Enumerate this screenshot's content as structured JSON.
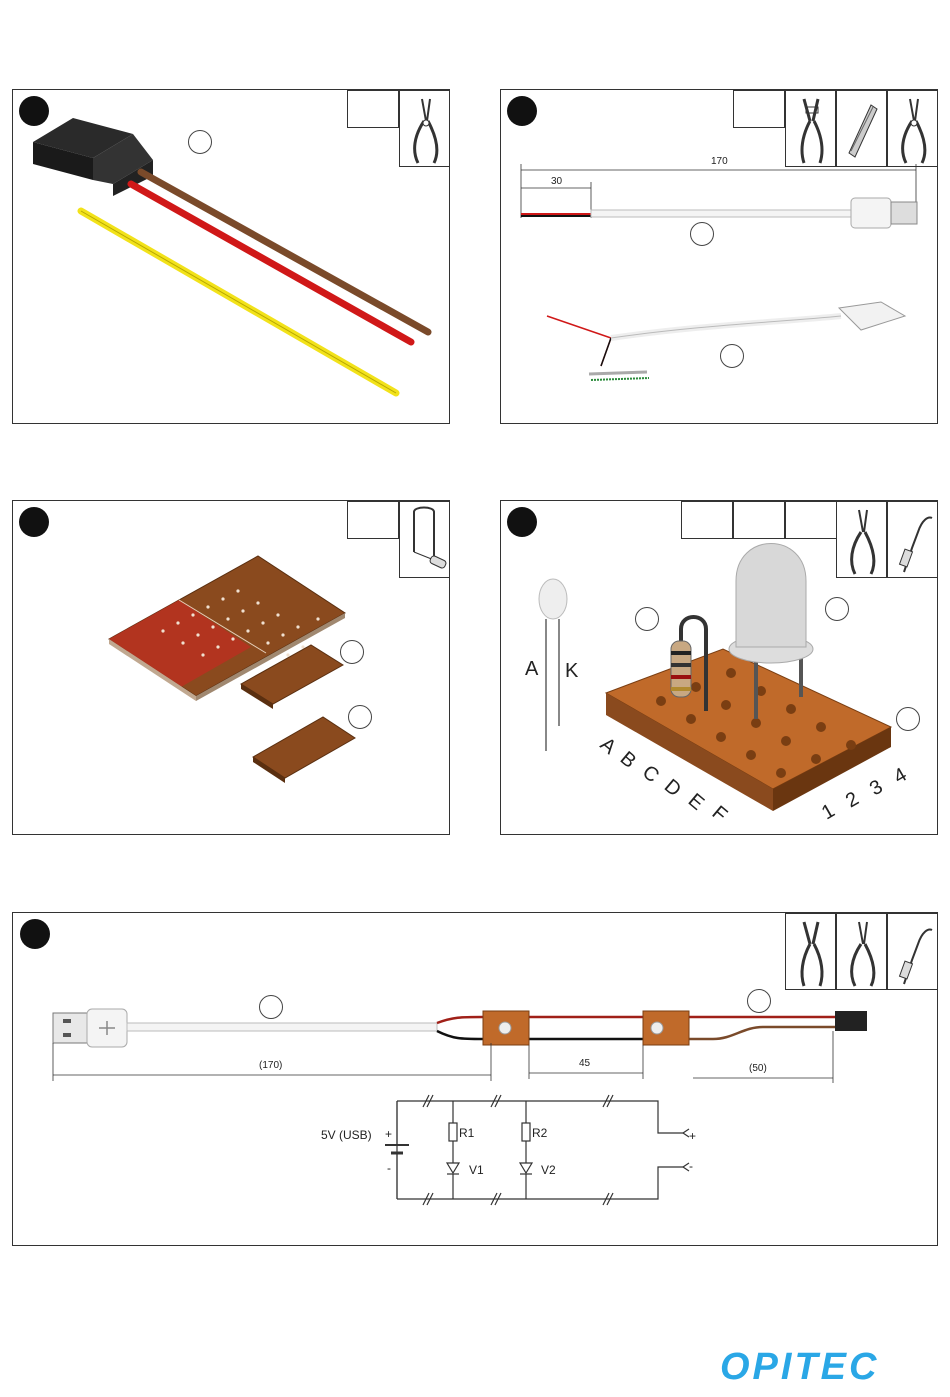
{
  "panel2": {
    "dim_total": "170",
    "dim_strip": "30"
  },
  "panel4": {
    "led_a": "A",
    "led_k": "K",
    "board_a": "A",
    "board_k": "K",
    "rows": [
      "A",
      "B",
      "C",
      "D",
      "E",
      "F"
    ],
    "cols": [
      "1",
      "2",
      "3",
      "4"
    ]
  },
  "panel5": {
    "dim_1": "(170)",
    "dim_2": "45",
    "dim_3": "(50)",
    "schematic": {
      "source": "5V (USB)",
      "plus": "+",
      "minus": "-",
      "r1": "R1",
      "r2": "R2",
      "v1": "V1",
      "v2": "V2",
      "out_plus": "+",
      "out_minus": "-"
    }
  },
  "brand": {
    "logo": "OPITEC",
    "color": "#2aa7e6"
  },
  "colors": {
    "brown": "#7a4a2a",
    "red": "#d01818",
    "yellow": "#f2e21a",
    "board": "#8a4a1e",
    "board_red": "#b83020"
  }
}
